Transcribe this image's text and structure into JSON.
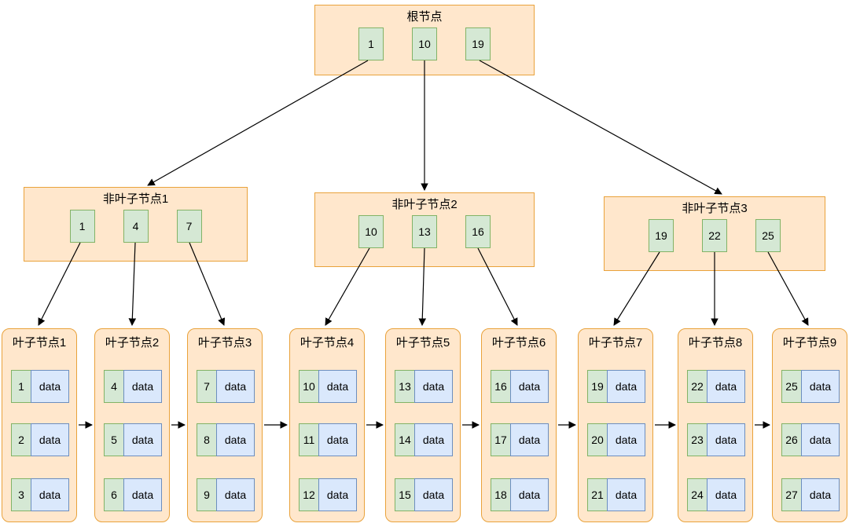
{
  "diagram": {
    "type": "b-plus-tree",
    "root": {
      "title": "根节点",
      "keys": [
        "1",
        "10",
        "19"
      ]
    },
    "internal_nodes": [
      {
        "title": "非叶子节点1",
        "keys": [
          "1",
          "4",
          "7"
        ]
      },
      {
        "title": "非叶子节点2",
        "keys": [
          "10",
          "13",
          "16"
        ]
      },
      {
        "title": "非叶子节点3",
        "keys": [
          "19",
          "22",
          "25"
        ]
      }
    ],
    "leaf_nodes": [
      {
        "title": "叶子节点1",
        "rows": [
          {
            "key": "1",
            "value": "data"
          },
          {
            "key": "2",
            "value": "data"
          },
          {
            "key": "3",
            "value": "data"
          }
        ]
      },
      {
        "title": "叶子节点2",
        "rows": [
          {
            "key": "4",
            "value": "data"
          },
          {
            "key": "5",
            "value": "data"
          },
          {
            "key": "6",
            "value": "data"
          }
        ]
      },
      {
        "title": "叶子节点3",
        "rows": [
          {
            "key": "7",
            "value": "data"
          },
          {
            "key": "8",
            "value": "data"
          },
          {
            "key": "9",
            "value": "data"
          }
        ]
      },
      {
        "title": "叶子节点4",
        "rows": [
          {
            "key": "10",
            "value": "data"
          },
          {
            "key": "11",
            "value": "data"
          },
          {
            "key": "12",
            "value": "data"
          }
        ]
      },
      {
        "title": "叶子节点5",
        "rows": [
          {
            "key": "13",
            "value": "data"
          },
          {
            "key": "14",
            "value": "data"
          },
          {
            "key": "15",
            "value": "data"
          }
        ]
      },
      {
        "title": "叶子节点6",
        "rows": [
          {
            "key": "16",
            "value": "data"
          },
          {
            "key": "17",
            "value": "data"
          },
          {
            "key": "18",
            "value": "data"
          }
        ]
      },
      {
        "title": "叶子节点7",
        "rows": [
          {
            "key": "19",
            "value": "data"
          },
          {
            "key": "20",
            "value": "data"
          },
          {
            "key": "21",
            "value": "data"
          }
        ]
      },
      {
        "title": "叶子节点8",
        "rows": [
          {
            "key": "22",
            "value": "data"
          },
          {
            "key": "23",
            "value": "data"
          },
          {
            "key": "24",
            "value": "data"
          }
        ]
      },
      {
        "title": "叶子节点9",
        "rows": [
          {
            "key": "25",
            "value": "data"
          },
          {
            "key": "26",
            "value": "data"
          },
          {
            "key": "27",
            "value": "data"
          }
        ]
      }
    ],
    "colors": {
      "node_fill": "#ffe7cc",
      "node_border": "#e9a23b",
      "key_fill": "#d5e8d4",
      "key_border": "#82b366",
      "data_fill": "#dae8fc",
      "data_border": "#6c8ebf",
      "arrow": "#000000"
    }
  }
}
